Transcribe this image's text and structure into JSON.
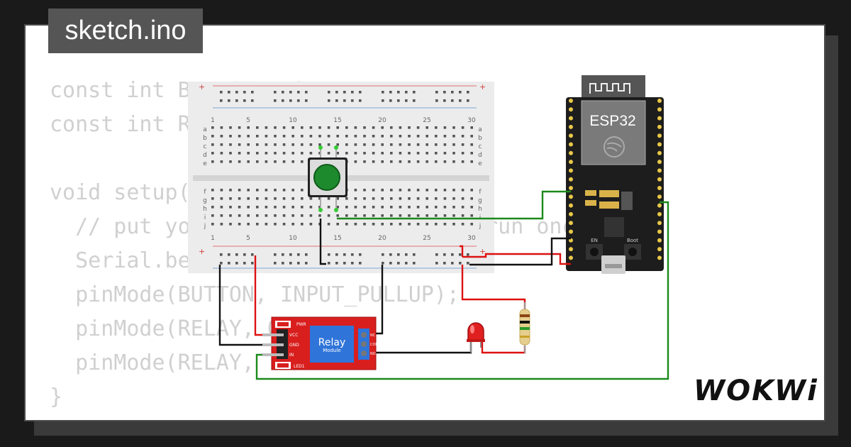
{
  "project": {
    "title": "sketch.ino"
  },
  "code": {
    "lines": [
      "const int BUTTON = 27;",
      "const int RELAY = ",
      "",
      "void setup() {",
      "  // put your setup code here, to run once:",
      "  Serial.begin(115200);",
      "  pinMode(BUTTON, INPUT_PULLUP);",
      "  pinMode(RELAY, OUTPUT);",
      "  pinMode(RELAY, ",
      "}"
    ]
  },
  "breadboard": {
    "column_numbers": [
      "1",
      "5",
      "10",
      "15",
      "20",
      "25",
      "30"
    ],
    "row_letters_top": [
      "a",
      "b",
      "c",
      "d",
      "e"
    ],
    "row_letters_bottom": [
      "f",
      "g",
      "h",
      "i",
      "j"
    ],
    "plus": "+"
  },
  "esp32": {
    "label": "ESP32",
    "boot_label": "Boot",
    "en_label": "EN"
  },
  "relay": {
    "label": "Relay",
    "sublabel": "Module",
    "pins": [
      "VCC",
      "GND",
      "IN"
    ],
    "pwr_label": "PWR",
    "led_label": "LED1",
    "terminals": [
      "NC",
      "COM",
      "NO"
    ]
  },
  "brand": {
    "name": "WOKWi"
  },
  "colors": {
    "wire_green": "#1a8a1a",
    "wire_red": "#dd1111",
    "wire_black": "#111111",
    "button_cap": "#1e8a2e",
    "relay_board": "#d91e1e",
    "relay_body": "#2f74d9",
    "esp32_board": "#1d1d1d"
  }
}
